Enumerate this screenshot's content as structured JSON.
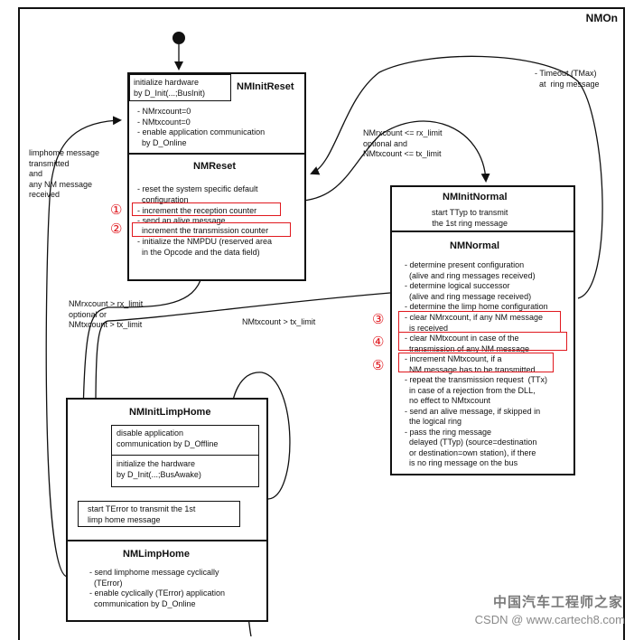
{
  "diagram": {
    "title": "NMOn",
    "init_reset": {
      "entry": "initialize hardware\nby D_Init(...;BusInit)",
      "title": "NMInitReset",
      "body": "- NMrxcount=0\n- NMtxcount=0\n- enable application communication\n  by D_Online"
    },
    "reset": {
      "title": "NMReset",
      "body": "- reset the system specific default\n  configuration",
      "item1": "- increment the reception counter",
      "item2a": "- send an alive message",
      "item2b": "  increment the transmission counter",
      "tail": "- initialize the NMPDU (reserved area\n  in the Opcode and the data field)"
    },
    "init_normal": {
      "title": "NMInitNormal",
      "body": "start TTyp to transmit\nthe 1st ring message"
    },
    "normal": {
      "title": "NMNormal",
      "body": "- determine present configuration\n  (alive and ring messages received)\n- determine logical successor\n  (alive and ring message received)\n- determine the limp home configuration",
      "item3": "- clear NMrxcount, if any NM message\n  is received",
      "item4": "- clear NMtxcount in case of the\n  transmission of any NM message",
      "item5": "- increment NMtxcount, if a\n  NM message has to be transmitted",
      "tail": "- repeat the transmission request  (TTx)\n  in case of a rejection from the DLL,\n  no effect to NMtxcount\n- send an alive message, if skipped in\n  the logical ring\n- pass the ring message\n  delayed (TTyp) (source=destination\n  or destination=own station), if there\n  is no ring message on the bus"
    },
    "init_limphome": {
      "title": "NMInitLimpHome",
      "box1": "disable application\ncommunication by D_Offline",
      "box2": "initialize the hardware\nby D_Init(...;BusAwake)",
      "box3": "start TError to transmit the 1st\nlimp home message"
    },
    "limphome": {
      "title": "NMLimpHome",
      "body": "- send limphome message cyclically\n  (TError)\n- enable cyclically (TError) application\n  communication by D_Online"
    },
    "labels": {
      "timeout": "- Timeout (TMax)\n  at  ring message",
      "rx_tx_limit": "NMrxcount <= rx_limit\noptional and\nNMtxcount <= tx_limit",
      "limphome_transmitted": "limphome message\ntransmitted\nand\nany NM message\nreceived",
      "rx_gt_limit": "NMrxcount > rx_limit\noptional or\nNMtxcount > tx_limit",
      "tx_gt_limit": "NMtxcount > tx_limit"
    },
    "markers": [
      "①",
      "②",
      "③",
      "④",
      "⑤"
    ],
    "accent_color": "#e0181e"
  },
  "watermark": {
    "brand": "中国汽车工程师之家",
    "site": "CSDN @ www.cartech8.com"
  }
}
